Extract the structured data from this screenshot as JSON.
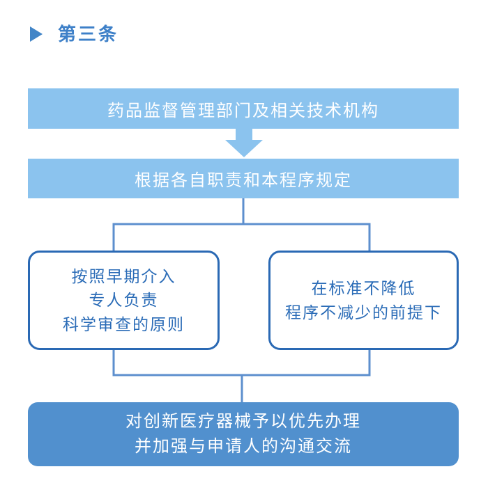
{
  "title": {
    "label": "第三条"
  },
  "colors": {
    "light_blue_fill": "#8bc3ee",
    "medium_blue_fill": "#5190ce",
    "outline_border_blue": "#2a69b4",
    "connector_blue": "#5d8fce",
    "title_blue": "#3e80c8",
    "node_text_white": "#ffffff",
    "outline_text_blue": "#2b6cb7"
  },
  "flowchart": {
    "node1": {
      "text": "药品监督管理部门及相关技术机构"
    },
    "node2": {
      "text": "根据各自职责和本程序规定"
    },
    "node3": {
      "lines": [
        "按照早期介入",
        "专人负责",
        "科学审查的原则"
      ]
    },
    "node4": {
      "lines": [
        "在标准不降低",
        "程序不减少的前提下"
      ]
    },
    "node5": {
      "lines": [
        "对创新医疗器械予以优先办理",
        "并加强与申请人的沟通交流"
      ]
    }
  }
}
